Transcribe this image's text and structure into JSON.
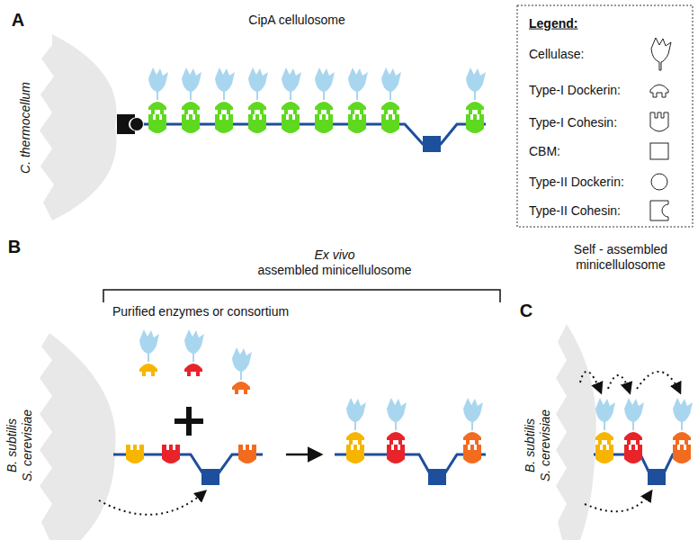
{
  "diagram": {
    "labels": [
      "A",
      "CipA cellulosome",
      "C. thermocellum",
      "Legend:",
      "B",
      "Ex vivo assembled minicellulosome",
      "Purified enzymes or consortium",
      "B. subtilis S. cerevisiae",
      "C",
      "Self - assembled minicellulosome",
      "B. subtilis S. cerevisiae"
    ],
    "legend": [
      {
        "text": "Cellulase:"
      },
      {
        "text": "Type-I Dockerin:"
      },
      {
        "text": "Type-I Cohesin:"
      },
      {
        "text": "CBM:"
      },
      {
        "text": "Type-II Dockerin:"
      },
      {
        "text": "Type-II Cohesin:"
      }
    ]
  }
}
